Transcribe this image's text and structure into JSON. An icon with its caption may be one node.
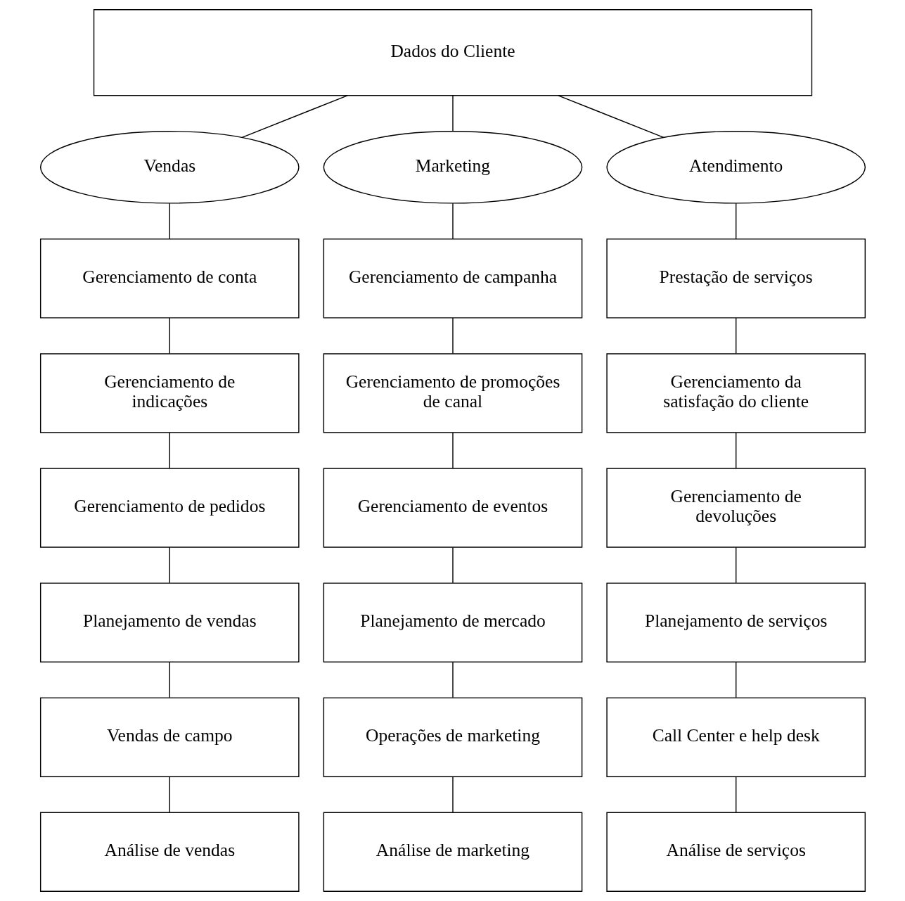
{
  "diagram": {
    "nodes": [
      {
        "text": [
          "Dados do Cliente"
        ]
      },
      {
        "text": [
          "Vendas"
        ]
      },
      {
        "text": [
          "Marketing"
        ]
      },
      {
        "text": [
          "Atendimento"
        ]
      },
      {
        "text": [
          "Gerenciamento de conta"
        ]
      },
      {
        "text": [
          "Gerenciamento de campanha"
        ]
      },
      {
        "text": [
          "Prestação de serviços"
        ]
      },
      {
        "text": [
          "Gerenciamento de indicações"
        ]
      },
      {
        "text": [
          "Gerenciamento de promoções de canal"
        ]
      },
      {
        "text": [
          "Gerenciamento da satisfação do cliente"
        ]
      },
      {
        "text": [
          "Gerenciamento de pedidos"
        ]
      },
      {
        "text": [
          "Gerenciamento de eventos"
        ]
      },
      {
        "text": [
          "Gerenciamento de devoluções"
        ]
      },
      {
        "text": [
          "Planejamento de vendas"
        ]
      },
      {
        "text": [
          "Planejamento de mercado"
        ]
      },
      {
        "text": [
          "Planejamento de serviços"
        ]
      },
      {
        "text": [
          "Vendas de campo"
        ]
      },
      {
        "text": [
          "Operações de marketing"
        ]
      },
      {
        "text": [
          "Call Center e help desk"
        ]
      },
      {
        "text": [
          "Análise de vendas"
        ]
      },
      {
        "text": [
          "Análise de marketing"
        ]
      },
      {
        "text": [
          "Análise de serviços"
        ]
      }
    ],
    "edges": [
      {
        "from": 0,
        "to": 1,
        "arrow": "none"
      },
      {
        "from": 0,
        "to": 2,
        "arrow": "none"
      },
      {
        "from": 0,
        "to": 3,
        "arrow": "none"
      },
      {
        "from": 1,
        "to": 4,
        "arrow": "none"
      },
      {
        "from": 2,
        "to": 5,
        "arrow": "none"
      },
      {
        "from": 3,
        "to": 6,
        "arrow": "none"
      },
      {
        "from": 4,
        "to": 7,
        "arrow": "none"
      },
      {
        "from": 5,
        "to": 8,
        "arrow": "none"
      },
      {
        "from": 6,
        "to": 9,
        "arrow": "none"
      },
      {
        "from": 7,
        "to": 10,
        "arrow": "none"
      },
      {
        "from": 8,
        "to": 11,
        "arrow": "none"
      },
      {
        "from": 9,
        "to": 12,
        "arrow": "none"
      },
      {
        "from": 10,
        "to": 13,
        "arrow": "none"
      },
      {
        "from": 11,
        "to": 14,
        "arrow": "none"
      },
      {
        "from": 12,
        "to": 15,
        "arrow": "none"
      },
      {
        "from": 13,
        "to": 16,
        "arrow": "none"
      },
      {
        "from": 14,
        "to": 17,
        "arrow": "none"
      },
      {
        "from": 15,
        "to": 18,
        "arrow": "none"
      },
      {
        "from": 16,
        "to": 19,
        "arrow": "none"
      },
      {
        "from": 17,
        "to": 20,
        "arrow": "none"
      },
      {
        "from": 18,
        "to": 21,
        "arrow": "none"
      }
    ]
  }
}
